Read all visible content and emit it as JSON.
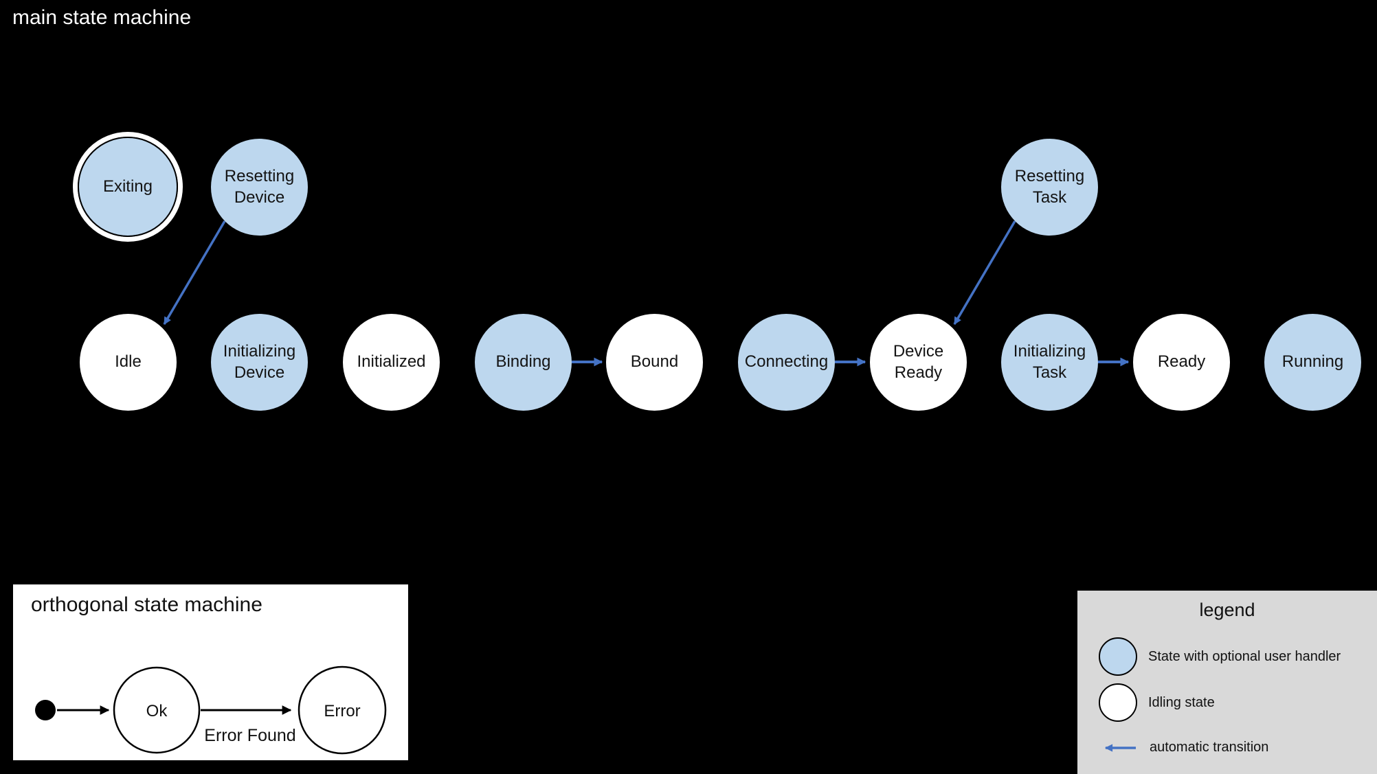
{
  "colors": {
    "background": "#000000",
    "handler_state_fill": "#bdd7ee",
    "idling_state_fill": "#ffffff",
    "automatic_transition_arrow": "#4472c4",
    "legend_background": "#d9d9d9",
    "diagram_title_text": "#ffffff",
    "label_text": "#141414"
  },
  "main_machine": {
    "title": "main state machine",
    "states": [
      {
        "name": "exiting",
        "label": "Exiting",
        "kind": "handler",
        "final": true
      },
      {
        "name": "resetting-device",
        "label": "Resetting\nDevice",
        "kind": "handler",
        "final": false
      },
      {
        "name": "resetting-task",
        "label": "Resetting\nTask",
        "kind": "handler",
        "final": false
      },
      {
        "name": "idle",
        "label": "Idle",
        "kind": "idling",
        "final": false
      },
      {
        "name": "initializing-device",
        "label": "Initializing\nDevice",
        "kind": "handler",
        "final": false
      },
      {
        "name": "initialized",
        "label": "Initialized",
        "kind": "idling",
        "final": false
      },
      {
        "name": "binding",
        "label": "Binding",
        "kind": "handler",
        "final": false
      },
      {
        "name": "bound",
        "label": "Bound",
        "kind": "idling",
        "final": false
      },
      {
        "name": "connecting",
        "label": "Connecting",
        "kind": "handler",
        "final": false
      },
      {
        "name": "device-ready",
        "label": "Device\nReady",
        "kind": "idling",
        "final": false
      },
      {
        "name": "initializing-task",
        "label": "Initializing\nTask",
        "kind": "handler",
        "final": false
      },
      {
        "name": "ready",
        "label": "Ready",
        "kind": "idling",
        "final": false
      },
      {
        "name": "running",
        "label": "Running",
        "kind": "handler",
        "final": false
      }
    ],
    "transitions": [
      {
        "from": "Resetting Device",
        "to": "Idle",
        "type": "automatic"
      },
      {
        "from": "Binding",
        "to": "Bound",
        "type": "automatic"
      },
      {
        "from": "Connecting",
        "to": "Device Ready",
        "type": "automatic"
      },
      {
        "from": "Resetting Task",
        "to": "Device Ready",
        "type": "automatic"
      },
      {
        "from": "Initializing Task",
        "to": "Ready",
        "type": "automatic"
      }
    ]
  },
  "orthogonal_machine": {
    "title": "orthogonal state machine",
    "states": [
      {
        "name": "ok",
        "label": "Ok"
      },
      {
        "name": "error",
        "label": "Error"
      }
    ],
    "transitions": [
      {
        "from": "initial",
        "to": "Ok",
        "label": ""
      },
      {
        "from": "Ok",
        "to": "Error",
        "label": "Error Found"
      }
    ]
  },
  "legend": {
    "title": "legend",
    "items": [
      {
        "icon": "handler-state-icon",
        "label": "State with optional user handler"
      },
      {
        "icon": "idling-state-icon",
        "label": "Idling state"
      },
      {
        "icon": "automatic-transition-icon",
        "label": "automatic transition"
      }
    ]
  }
}
